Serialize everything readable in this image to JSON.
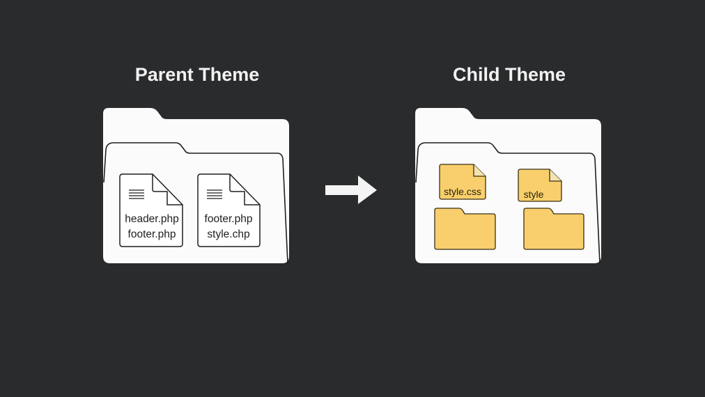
{
  "parent": {
    "title": "Parent Theme",
    "files": [
      {
        "lines": [
          "header.php",
          "footer.php"
        ]
      },
      {
        "lines": [
          "footer.php",
          "style.chp"
        ]
      }
    ]
  },
  "child": {
    "title": "Child Theme",
    "files": [
      {
        "label": "style.css"
      },
      {
        "label": "style"
      }
    ]
  },
  "colors": {
    "background": "#2a2b2d",
    "folder": "#fbfbfb",
    "accent_yellow": "#f8cf6c",
    "outline": "#1e1e1e"
  },
  "icons": [
    "folder-icon",
    "document-icon",
    "arrow-right-icon"
  ]
}
